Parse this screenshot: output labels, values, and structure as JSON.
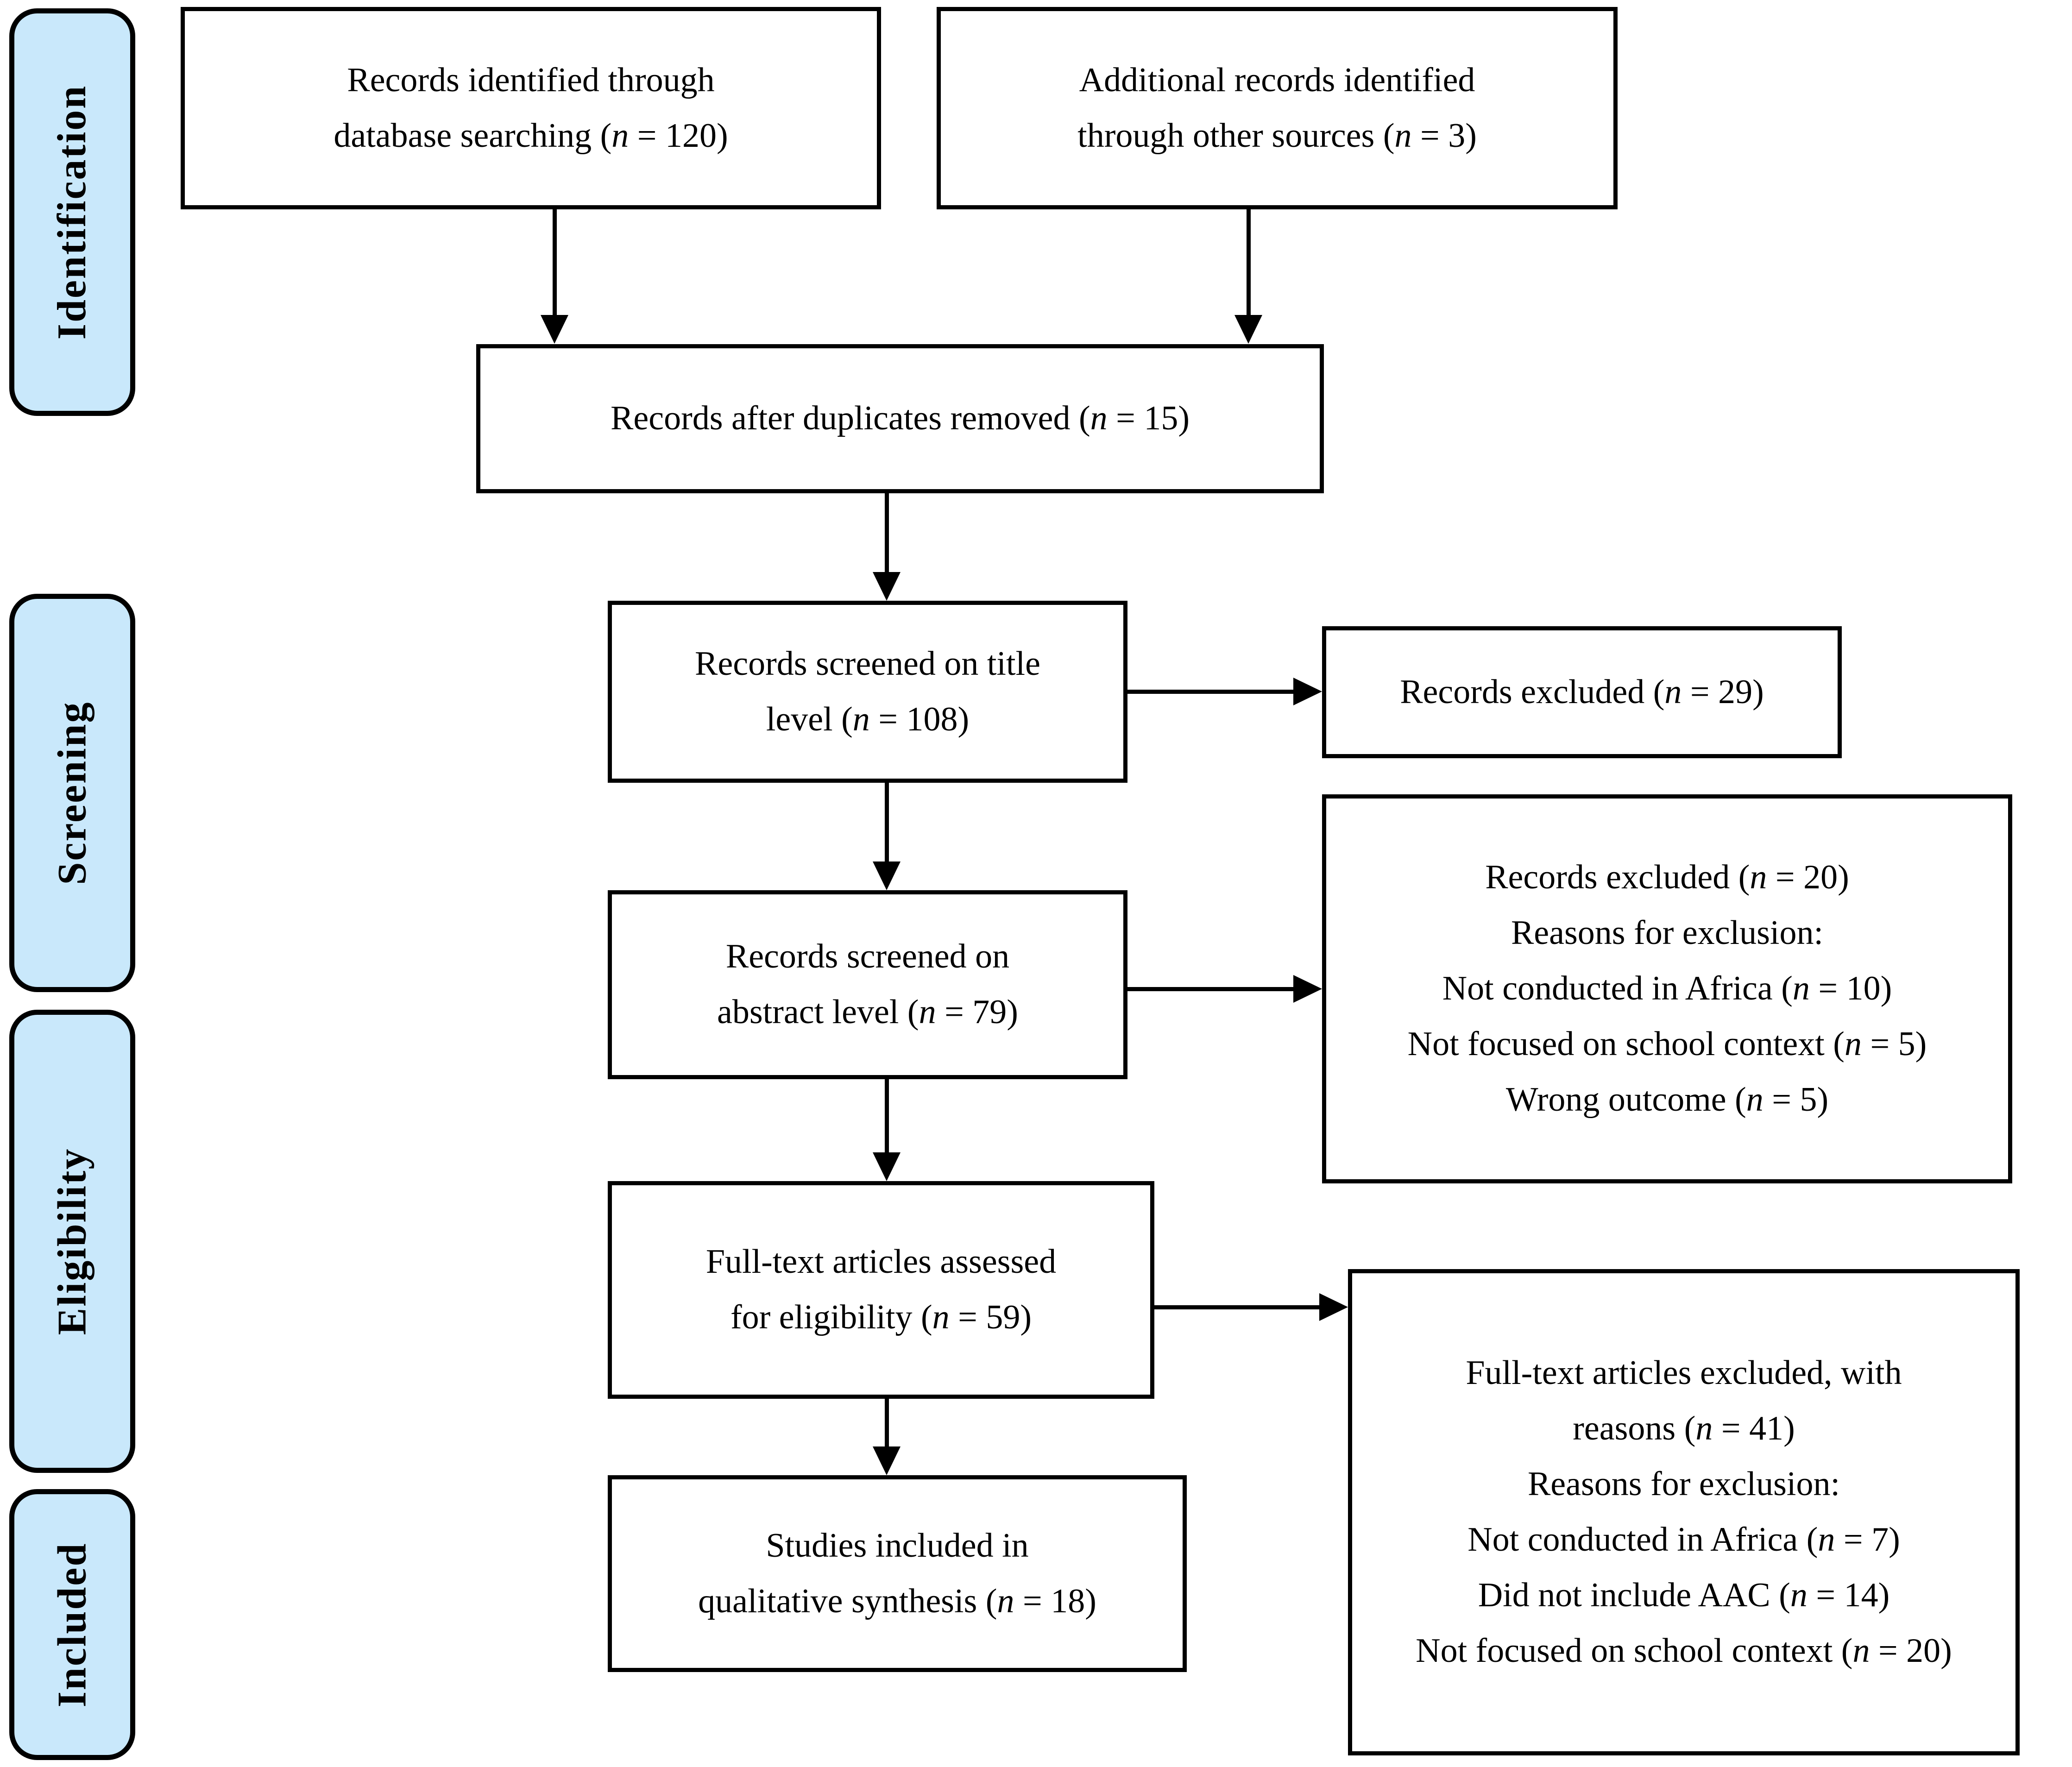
{
  "diagram": {
    "type": "prisma-flow-diagram",
    "accent_color": "#c9e8fb",
    "line_color": "#000000",
    "background_color": "#ffffff"
  },
  "stages": [
    {
      "id": "identification",
      "label": "Identification"
    },
    {
      "id": "screening",
      "label": "Screening"
    },
    {
      "id": "eligibility",
      "label": "Eligibility"
    },
    {
      "id": "included",
      "label": "Included"
    }
  ],
  "boxes": {
    "db_search": {
      "line1": "Records identified through",
      "line2_a": "database searching (",
      "line2_n": "n",
      "line2_b": " = 120)"
    },
    "other_sources": {
      "line1": "Additional records identified",
      "line2_a": "through other sources (",
      "line2_n": "n",
      "line2_b": " = 3)"
    },
    "duplicates_removed": {
      "line1_a": "Records after duplicates removed (",
      "line1_n": "n",
      "line1_b": " = 15)"
    },
    "title_screen": {
      "line1": "Records screened on title",
      "line2_a": "level (",
      "line2_n": "n",
      "line2_b": " = 108)"
    },
    "title_excluded": {
      "line1_a": "Records excluded (",
      "line1_n": "n",
      "line1_b": " = 29)"
    },
    "abstract_screen": {
      "line1": "Records screened on",
      "line2_a": "abstract level (",
      "line2_n": "n",
      "line2_b": " = 79)"
    },
    "abstract_excluded": {
      "line1_a": "Records excluded (",
      "line1_n": "n",
      "line1_b": " = 20)",
      "line2": "Reasons for exclusion:",
      "line3_a": "Not conducted in Africa (",
      "line3_n": "n",
      "line3_b": " = 10)",
      "line4_a": "Not focused on school context (",
      "line4_n": "n",
      "line4_b": " = 5)",
      "line5_a": "Wrong outcome (",
      "line5_n": "n",
      "line5_b": " = 5)"
    },
    "fulltext_assessed": {
      "line1": "Full-text articles assessed",
      "line2_a": "for eligibility (",
      "line2_n": "n",
      "line2_b": " = 59)"
    },
    "fulltext_excluded": {
      "line1": "Full-text articles excluded, with",
      "line2_a": "reasons (",
      "line2_n": "n",
      "line2_b": " = 41)",
      "line3": "Reasons for exclusion:",
      "line4_a": "Not conducted in Africa (",
      "line4_n": "n",
      "line4_b": " = 7)",
      "line5_a": "Did not include AAC (",
      "line5_n": "n",
      "line5_b": " = 14)",
      "line6_a": "Not focused on school context (",
      "line6_n": "n",
      "line6_b": " = 20)"
    },
    "studies_included": {
      "line1": "Studies included in",
      "line2_a": "qualitative synthesis (",
      "line2_n": "n",
      "line2_b": " = 18)"
    }
  }
}
